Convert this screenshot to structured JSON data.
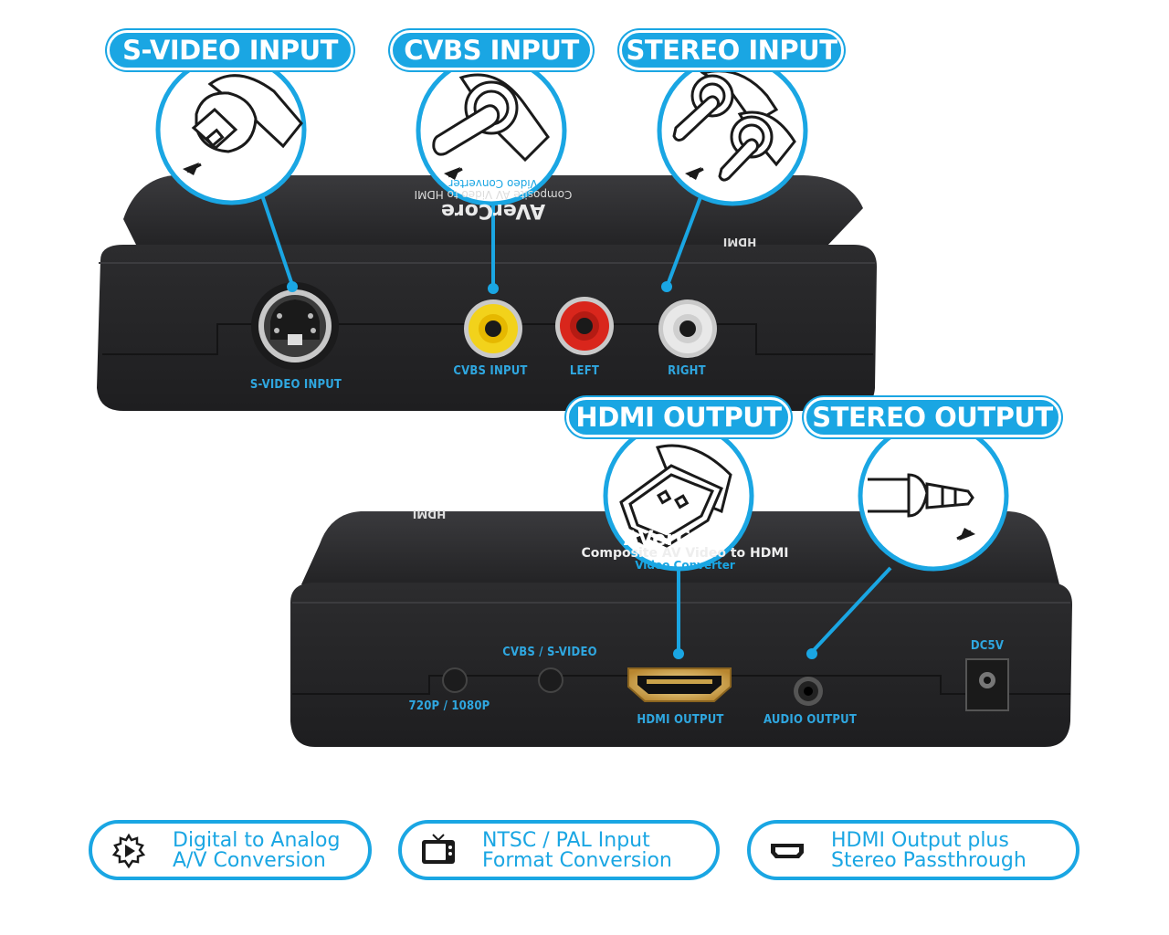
{
  "callouts": {
    "svideo_input": "S-VIDEO INPUT",
    "cvbs_input": "CVBS INPUT",
    "stereo_input": "STEREO INPUT",
    "hdmi_output": "HDMI OUTPUT",
    "stereo_output": "STEREO OUTPUT"
  },
  "device_top": {
    "brand": "AVerCore",
    "product_line1": "Composite AV Video to HDMI",
    "product_line2": "Video Converter",
    "hdmi_logo": "HDMI",
    "ports": {
      "svideo": "S-VIDEO INPUT",
      "cvbs": "CVBS INPUT",
      "left": "LEFT",
      "right": "RIGHT"
    }
  },
  "device_bottom": {
    "brand": "AVerCore",
    "product_line1": "Composite AV Video to HDMI",
    "product_line2": "Video Converter",
    "hdmi_logo": "HDMI",
    "ports": {
      "resolution": "720P / 1080P",
      "mode": "CVBS / S-VIDEO",
      "hdmi": "HDMI OUTPUT",
      "audio": "AUDIO OUTPUT",
      "power": "DC5V"
    }
  },
  "features": [
    {
      "icon": "gear-play-icon",
      "line1": "Digital to Analog",
      "line2": "A/V Conversion"
    },
    {
      "icon": "tv-icon",
      "line1": "NTSC / PAL Input",
      "line2": "Format Conversion"
    },
    {
      "icon": "hdmi-port-icon",
      "line1": "HDMI Output plus",
      "line2": "Stereo Passthrough"
    }
  ],
  "colors": {
    "accent": "#1aa6e3",
    "device_body": "#2a2a2c",
    "rca_yellow": "#f2d21b",
    "rca_red": "#d9261c",
    "rca_white": "#e8e8e8",
    "hdmi_gold": "#c9a24a"
  }
}
